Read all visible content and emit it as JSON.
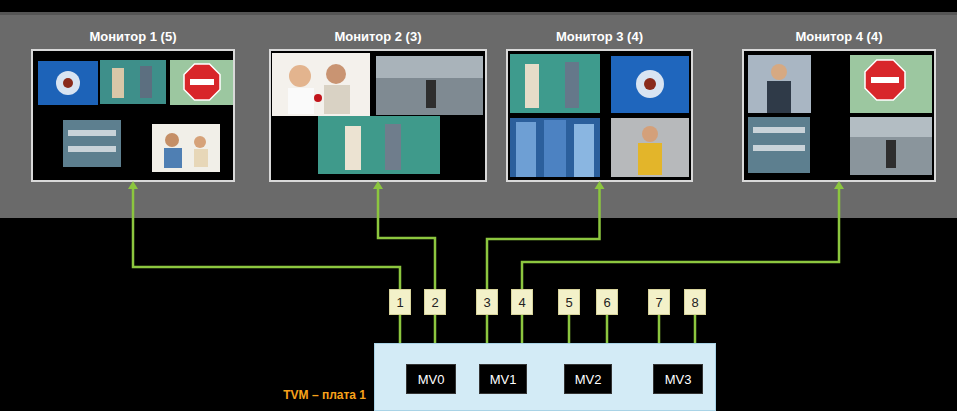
{
  "diagram": {
    "nodes": [
      {
        "text": [
          "Монитор 1 (5)"
        ]
      },
      {
        "text": [
          "Монитор 2 (3)"
        ]
      },
      {
        "text": [
          "Монитор 3 (4)"
        ]
      },
      {
        "text": [
          "Монитор 4 (4)"
        ]
      },
      {
        "text": [
          "1"
        ]
      },
      {
        "text": [
          "2"
        ]
      },
      {
        "text": [
          "3"
        ]
      },
      {
        "text": [
          "4"
        ]
      },
      {
        "text": [
          "5"
        ]
      },
      {
        "text": [
          "6"
        ]
      },
      {
        "text": [
          "7"
        ]
      },
      {
        "text": [
          "8"
        ]
      },
      {
        "text": [
          "TVM – плата 1"
        ]
      },
      {
        "text": [
          "MV0"
        ],
        "in": 12
      },
      {
        "text": [
          "MV1"
        ],
        "in": 12
      },
      {
        "text": [
          "MV2"
        ],
        "in": 12
      },
      {
        "text": [
          "MV3"
        ],
        "in": 12
      }
    ],
    "edges": [
      {
        "from": 4,
        "to": 0,
        "arrow": "to"
      },
      {
        "from": 5,
        "to": 1,
        "arrow": "to"
      },
      {
        "from": 6,
        "to": 2,
        "arrow": "to"
      },
      {
        "from": 7,
        "to": 3,
        "arrow": "to"
      },
      {
        "from": 13,
        "to": 4,
        "arrow": "none"
      },
      {
        "from": 13,
        "to": 5,
        "arrow": "none"
      },
      {
        "from": 14,
        "to": 6,
        "arrow": "none"
      },
      {
        "from": 14,
        "to": 7,
        "arrow": "none"
      },
      {
        "from": 15,
        "to": 8,
        "arrow": "none"
      },
      {
        "from": 15,
        "to": 9,
        "arrow": "none"
      },
      {
        "from": 16,
        "to": 10,
        "arrow": "none"
      },
      {
        "from": 16,
        "to": 11,
        "arrow": "none"
      },
      {
        "from": 13,
        "to": 14,
        "arrow": "to"
      },
      {
        "from": 14,
        "to": 15,
        "arrow": "to"
      },
      {
        "from": 15,
        "to": 16,
        "arrow": "to"
      }
    ]
  }
}
